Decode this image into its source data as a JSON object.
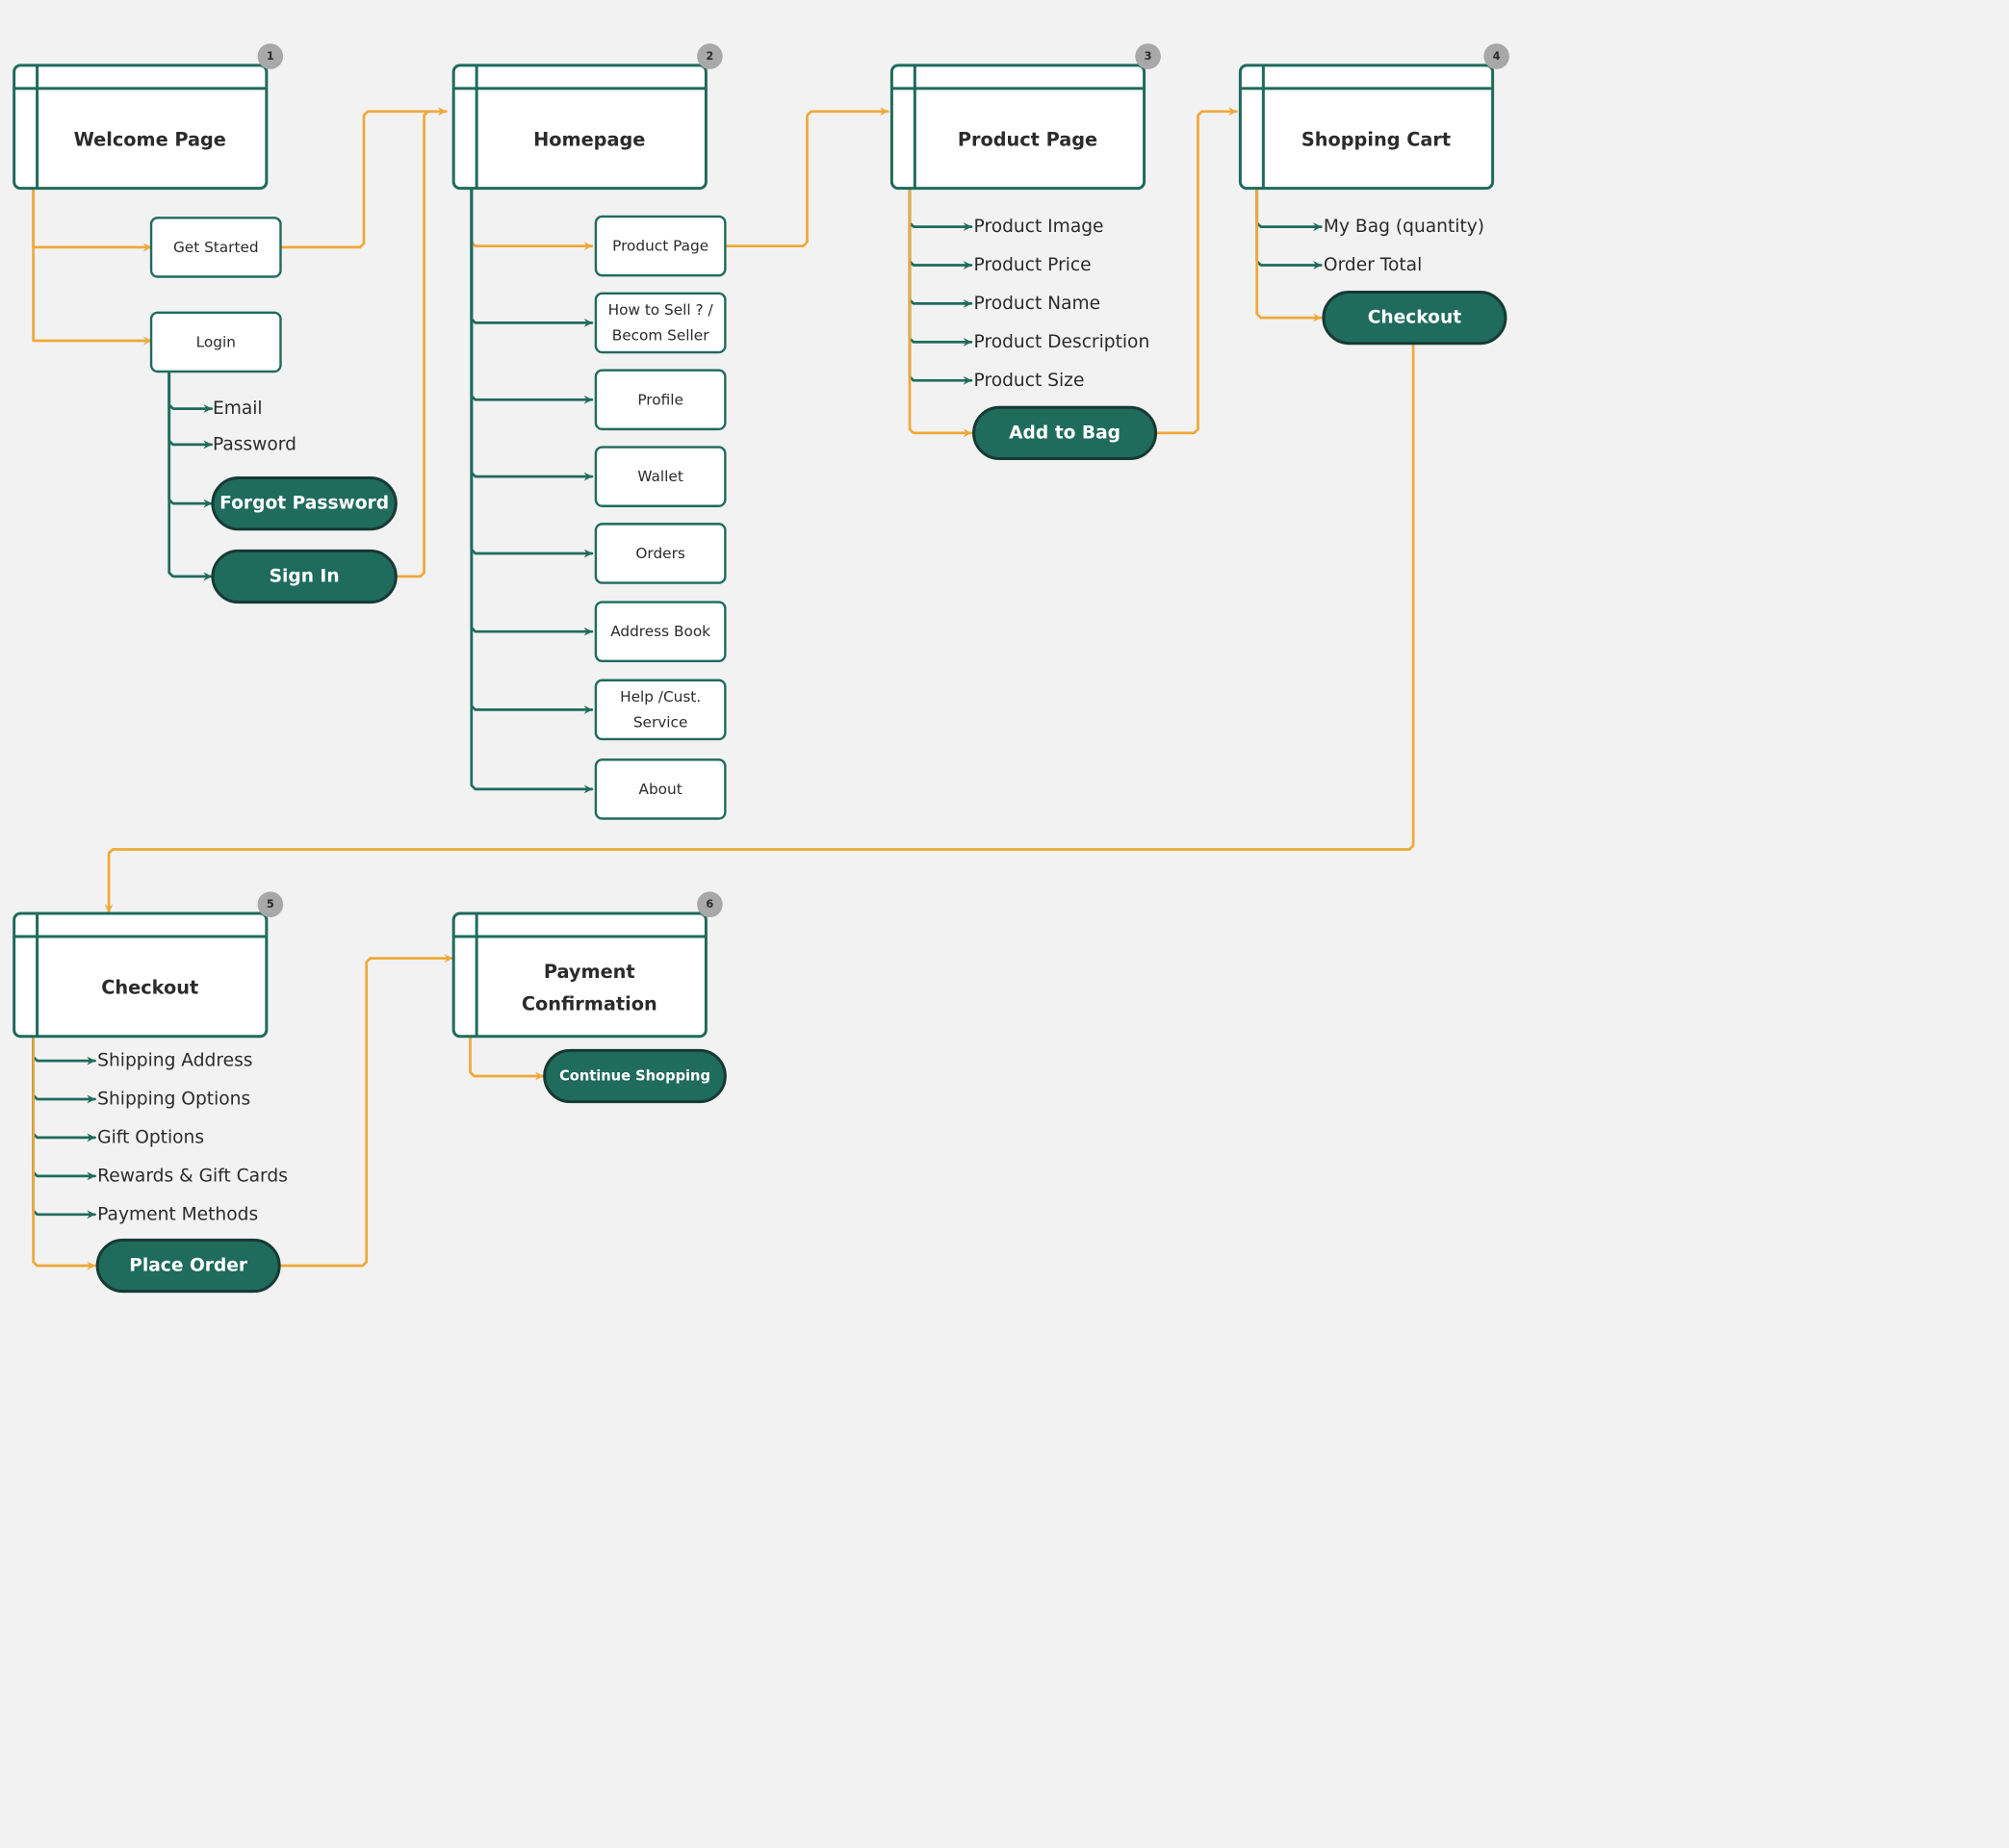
{
  "colors": {
    "background": "#f2f2f2",
    "teal": "#1f6b5c",
    "orange": "#f0a83a",
    "badge": "#a8a8a8",
    "text": "#2b2b2b",
    "white": "#ffffff"
  },
  "pages": [
    {
      "id": "welcome",
      "title": "Welcome Page",
      "badge": "1"
    },
    {
      "id": "homepage",
      "title": "Homepage",
      "badge": "2"
    },
    {
      "id": "product",
      "title": "Product Page",
      "badge": "3"
    },
    {
      "id": "cart",
      "title": "Shopping Cart",
      "badge": "4"
    },
    {
      "id": "checkout",
      "title": "Checkout",
      "badge": "5"
    },
    {
      "id": "payment",
      "title": "Payment Confirmation",
      "badge": "6",
      "lines": [
        "Payment",
        "Confirmation"
      ]
    }
  ],
  "welcome": {
    "get_started": "Get Started",
    "login": "Login",
    "login_items": [
      "Email",
      "Password"
    ],
    "forgot_password": "Forgot Password",
    "sign_in": "Sign In"
  },
  "homepage": {
    "links": [
      {
        "label": "Product Page",
        "lines": [
          "Product Page"
        ]
      },
      {
        "label": "How to Sell ? / Becom Seller",
        "lines": [
          "How to Sell ? /",
          "Becom Seller"
        ]
      },
      {
        "label": "Profile",
        "lines": [
          "Profile"
        ]
      },
      {
        "label": "Wallet",
        "lines": [
          "Wallet"
        ]
      },
      {
        "label": "Orders",
        "lines": [
          "Orders"
        ]
      },
      {
        "label": "Address Book",
        "lines": [
          "Address Book"
        ]
      },
      {
        "label": "Help /Cust. Service",
        "lines": [
          "Help /Cust.",
          "Service"
        ]
      },
      {
        "label": "About",
        "lines": [
          "About"
        ]
      }
    ]
  },
  "product_page": {
    "items": [
      "Product Image",
      "Product Price",
      "Product Name",
      "Product Description",
      "Product Size"
    ],
    "add_to_bag": "Add to Bag"
  },
  "shopping_cart": {
    "items": [
      "My Bag (quantity)",
      "Order Total"
    ],
    "checkout": "Checkout"
  },
  "checkout_page": {
    "items": [
      "Shipping Address",
      "Shipping Options",
      "Gift Options",
      "Rewards & Gift Cards",
      "Payment Methods"
    ],
    "place_order": "Place Order"
  },
  "payment_page": {
    "continue_shopping": "Continue Shopping"
  }
}
